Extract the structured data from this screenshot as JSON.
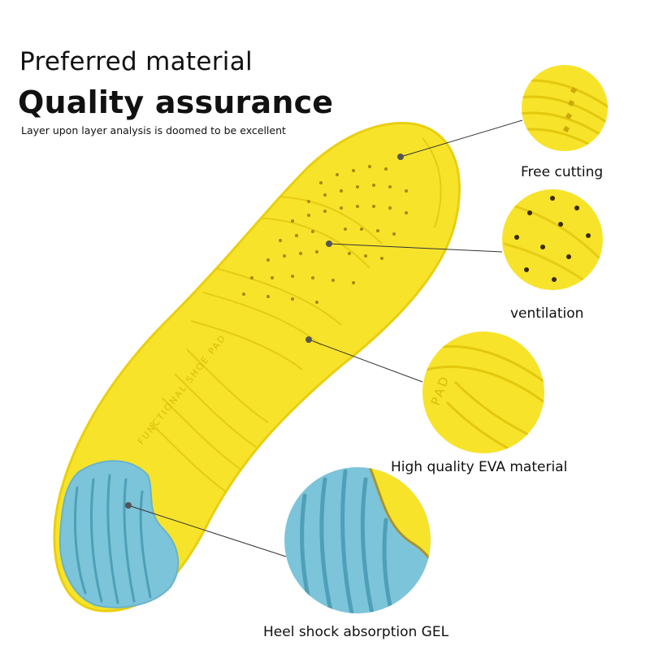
{
  "heading": {
    "line1": "Preferred material",
    "line2": "Quality assurance",
    "subtitle": "Layer upon layer analysis is doomed to be excellent"
  },
  "callouts": [
    {
      "label": "Free cutting"
    },
    {
      "label": "ventilation"
    },
    {
      "label": "High quality EVA material"
    },
    {
      "label": "Heel shock absorption GEL"
    }
  ],
  "insole_print": {
    "text": "FUNCTIONAL SHOE PAD",
    "detail_text": "PAD"
  },
  "colors": {
    "background": "#ffffff",
    "insole_yellow": "#f7e32a",
    "insole_edge": "#e9cf10",
    "gel_blue": "#7cc4d9",
    "gel_groove": "#4e9fb8",
    "leader_line": "#333333"
  }
}
